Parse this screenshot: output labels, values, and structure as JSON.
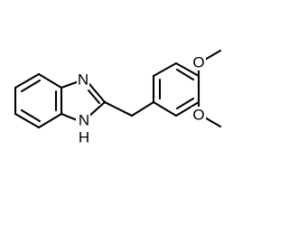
{
  "molecule": {
    "atoms": {
      "imine_n": "N",
      "amine_n": "N",
      "amine_h": "H",
      "upper_o": "O",
      "lower_o": "O"
    },
    "colors": {
      "bond": "#000000",
      "label": "#000000",
      "background": "#ffffff"
    }
  }
}
